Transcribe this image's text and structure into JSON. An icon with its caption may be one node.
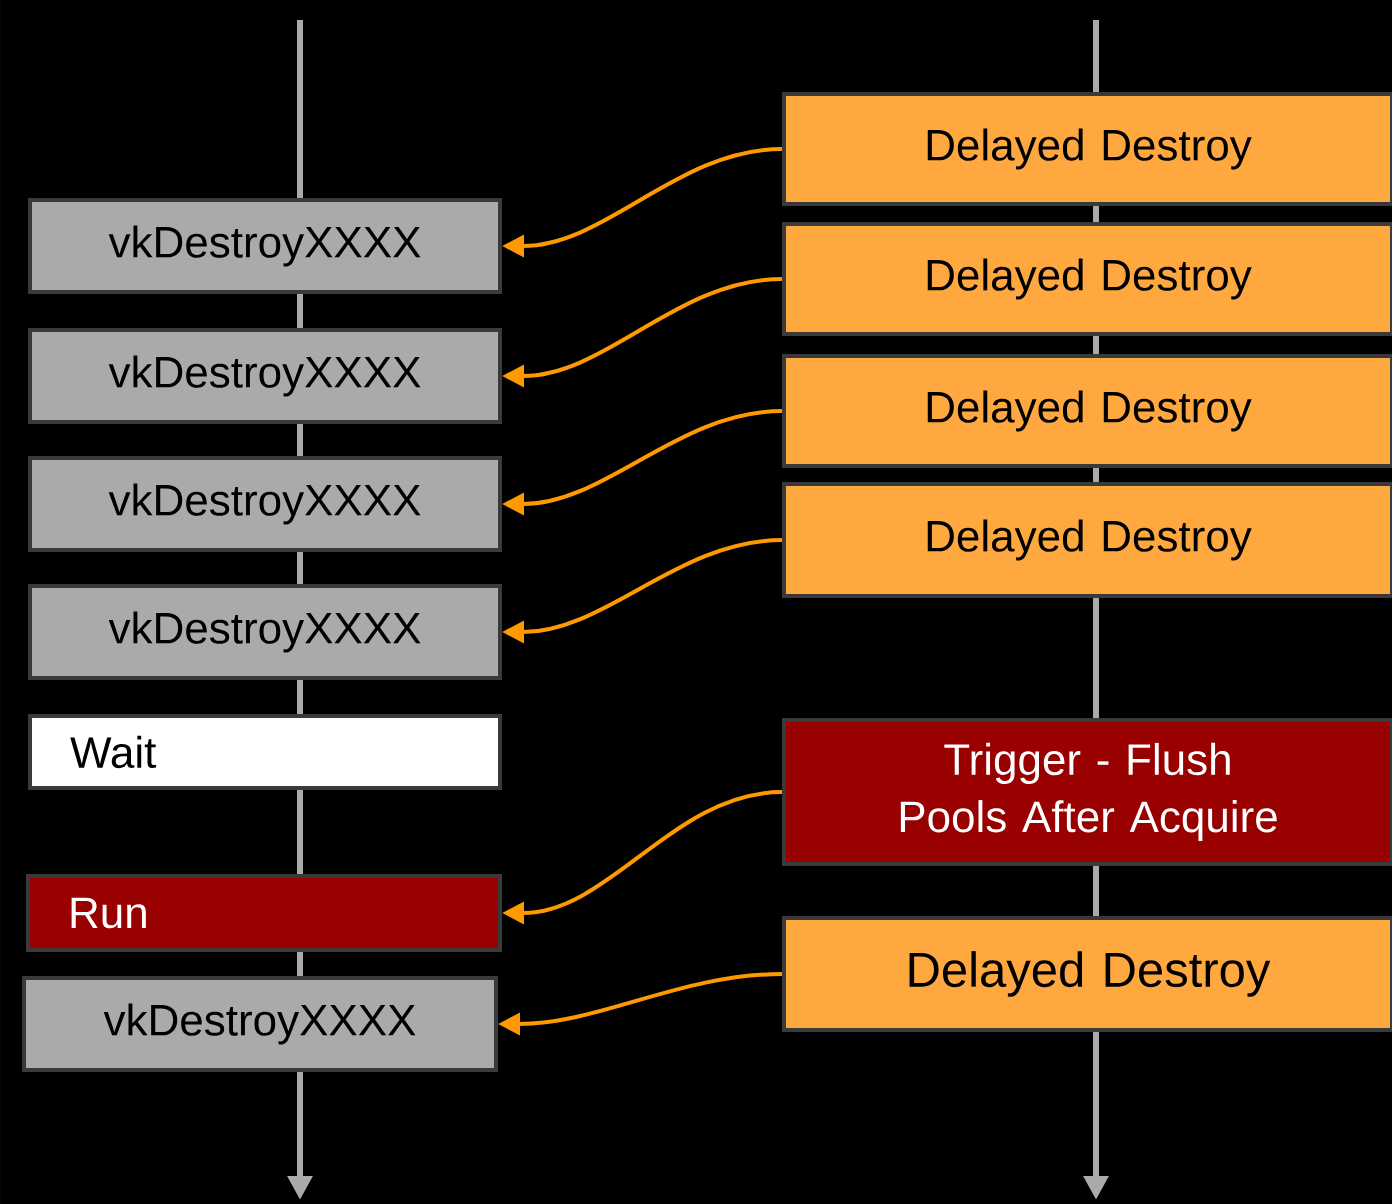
{
  "diagram": {
    "nodes": [
      {
        "text": [
          "vkDestroyXXXX"
        ]
      },
      {
        "text": [
          "vkDestroyXXXX"
        ]
      },
      {
        "text": [
          "vkDestroyXXXX"
        ]
      },
      {
        "text": [
          "vkDestroyXXXX"
        ]
      },
      {
        "text": [
          "Wait"
        ]
      },
      {
        "text": [
          "Run"
        ]
      },
      {
        "text": [
          "vkDestroyXXXX"
        ]
      },
      {
        "text": [
          "Delayed Destroy"
        ]
      },
      {
        "text": [
          "Delayed Destroy"
        ]
      },
      {
        "text": [
          "Delayed Destroy"
        ]
      },
      {
        "text": [
          "Delayed Destroy"
        ]
      },
      {
        "text": [
          "Trigger - Flush Pools After Acquire"
        ]
      },
      {
        "text": [
          "Delayed Destroy"
        ]
      }
    ],
    "edges": [
      {
        "from": 7,
        "to": 0,
        "arrow": "to"
      },
      {
        "from": 8,
        "to": 1,
        "arrow": "to"
      },
      {
        "from": 9,
        "to": 2,
        "arrow": "to"
      },
      {
        "from": 10,
        "to": 3,
        "arrow": "to"
      },
      {
        "from": 11,
        "to": 5,
        "arrow": "to"
      },
      {
        "from": 12,
        "to": 6,
        "arrow": "to"
      }
    ]
  }
}
